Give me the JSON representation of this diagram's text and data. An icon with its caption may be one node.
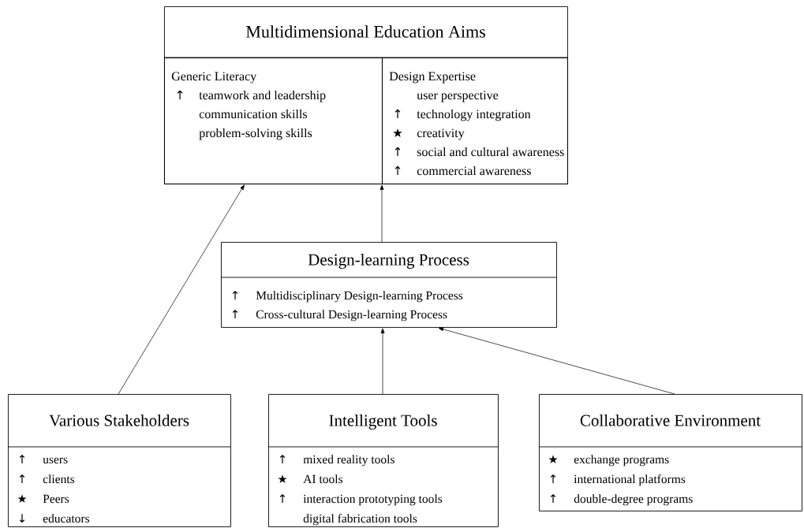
{
  "diagram": {
    "nodes": [
      {
        "text": [
          "Multidimensional Education Aims"
        ]
      },
      {
        "text": [
          "Generic Literacy",
          "↑",
          "teamwork and leadership",
          "communication skills",
          "problem-solving skills"
        ],
        "in": 0
      },
      {
        "text": [
          "Design Expertise",
          "user perspective",
          "↑",
          "technology integration",
          "★",
          "creativity",
          "↑",
          "social and cultural awareness",
          "↑",
          "commercial awareness"
        ],
        "in": 0
      },
      {
        "text": [
          "Design-learning Process",
          "↑",
          "Multidisciplinary Design-learning Process",
          "↑",
          "Cross-cultural Design-learning Process"
        ]
      },
      {
        "text": [
          "Various Stakeholders",
          "↑",
          "users",
          "↑",
          "clients",
          "★",
          "Peers",
          "↓",
          "educators"
        ]
      },
      {
        "text": [
          "Intelligent Tools",
          "↑",
          "mixed reality tools",
          "★",
          "AI tools",
          "↑",
          "interaction prototyping tools",
          "digital fabrication tools"
        ]
      },
      {
        "text": [
          "Collaborative Environment",
          "★",
          "exchange programs",
          "↑",
          "international platforms",
          "↑",
          "double-degree programs"
        ]
      }
    ],
    "edges": [
      {
        "from": 4,
        "to": 1,
        "arrow": "to"
      },
      {
        "from": 3,
        "to": 0,
        "arrow": "to"
      },
      {
        "from": 5,
        "to": 3,
        "arrow": "to"
      },
      {
        "from": 6,
        "to": 3,
        "arrow": "to"
      }
    ]
  }
}
